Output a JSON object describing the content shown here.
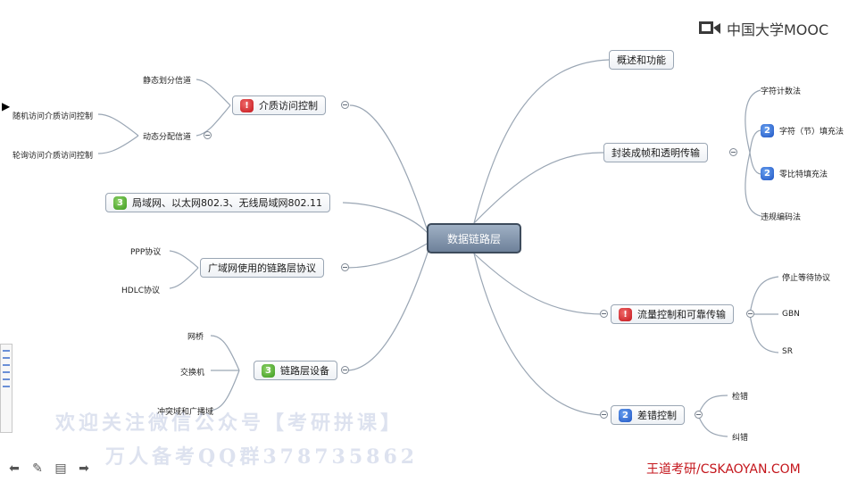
{
  "logo": {
    "text": "中国大学MOOC"
  },
  "center": {
    "label": "数据链路层"
  },
  "left": {
    "media_access": {
      "badge": "!",
      "label": "介质访问控制"
    },
    "static": "静态划分信道",
    "dynamic": "动态分配信道",
    "random": "随机访问介质访问控制",
    "polling": "轮询访问介质访问控制",
    "lan": {
      "badge": "3",
      "label": "局域网、以太网802.3、无线局域网802.11"
    },
    "wan": {
      "label": "广域网使用的链路层协议"
    },
    "ppp": "PPP协议",
    "hdlc": "HDLC协议",
    "devices": {
      "badge": "3",
      "label": "链路层设备"
    },
    "bridge": "网桥",
    "switch": "交换机",
    "domain": "冲突域和广播域"
  },
  "right": {
    "overview": {
      "label": "概述和功能"
    },
    "framing": {
      "label": "封装成帧和透明传输"
    },
    "char_count": "字符计数法",
    "char_fill": {
      "badge": "2",
      "label": "字符（节）填充法"
    },
    "bit_fill": {
      "badge": "2",
      "label": "零比特填充法"
    },
    "violation": "违规编码法",
    "flow": {
      "badge": "!",
      "label": "流量控制和可靠传输"
    },
    "stop_wait": "停止等待协议",
    "gbn": "GBN",
    "sr": "SR",
    "error": {
      "badge": "2",
      "label": "差错控制"
    },
    "detect": "检错",
    "correct": "纠错"
  },
  "watermark": {
    "line1": "欢迎关注微信公众号【考研拼课】",
    "line2": "万人备考QQ群378735862"
  },
  "footer": {
    "brand": "王道考研/CSKAOYAN.COM"
  },
  "colors": {
    "line": "#9aa6b4",
    "center_bg": "#7f91a8",
    "badge_red": "#c4161c",
    "badge_green": "#3c9a1e",
    "badge_blue": "#1f55c4",
    "brand": "#c4161c"
  },
  "icons": {
    "toolbar": [
      "arrow-left-icon",
      "pencil-icon",
      "menu-icon",
      "arrow-right-icon"
    ]
  }
}
